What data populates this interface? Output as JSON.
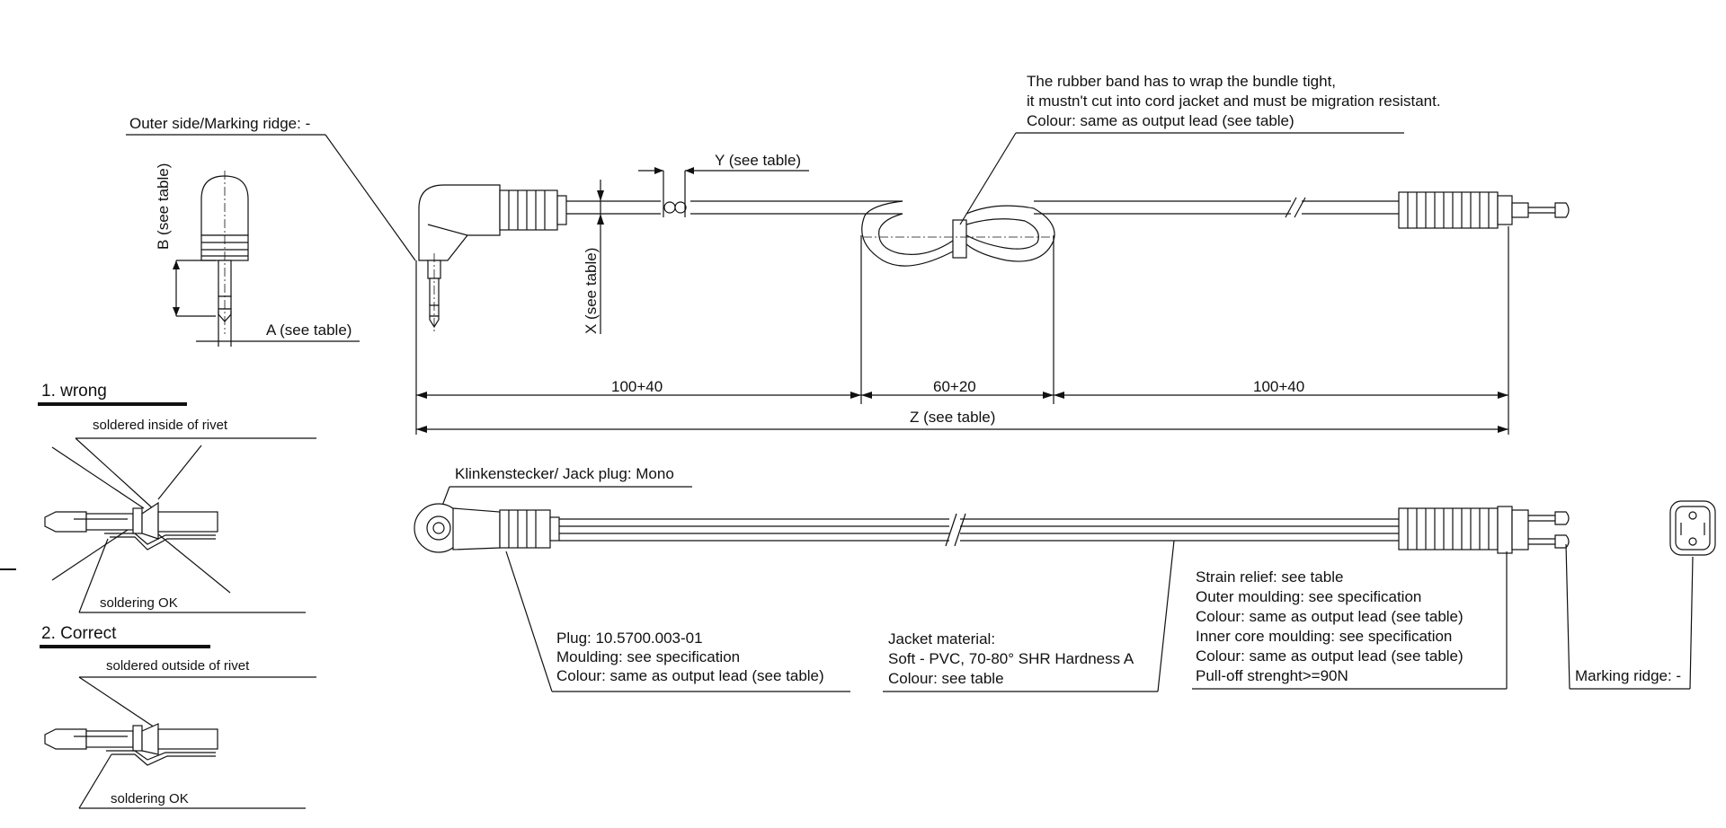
{
  "drawing": {
    "outer_side_note": "Outer side/Marking ridge: -",
    "dim_b": "B (see table)",
    "dim_a": "A (see table)",
    "dim_x": "X (see table)",
    "dim_y": "Y (see table)",
    "rubber_band_note": [
      "The rubber band has to wrap the bundle tight,",
      "it mustn't cut into cord jacket and must be migration resistant.",
      "Colour: same as output lead (see table)"
    ],
    "dim_left": "100+40",
    "dim_mid": "60+20",
    "dim_right": "100+40",
    "dim_z": "Z (see table)",
    "jack_plug_note": "Klinkenstecker/ Jack plug: Mono",
    "plug_note": [
      "Plug: 10.5700.003-01",
      "Moulding: see specification",
      "Colour: same as output lead (see table)"
    ],
    "jacket_note": [
      "Jacket material:",
      "Soft - PVC, 70-80° SHR Hardness A",
      "Colour: see table"
    ],
    "strain_relief_note": [
      "Strain relief: see table",
      "Outer moulding: see specification",
      "Colour: same as output lead (see table)",
      "Inner core moulding: see specification",
      "Colour: same as output lead (see table)",
      "Pull-off strenght>=90N"
    ],
    "marking_ridge_note": "Marking ridge: -"
  },
  "solder_detail": {
    "wrong_title": "1. wrong",
    "wrong_top_note": "soldered inside of rivet",
    "wrong_bottom_note": "soldering OK",
    "correct_title": "2. Correct",
    "correct_top_note": "soldered outside of rivet",
    "correct_bottom_note": "soldering OK"
  }
}
